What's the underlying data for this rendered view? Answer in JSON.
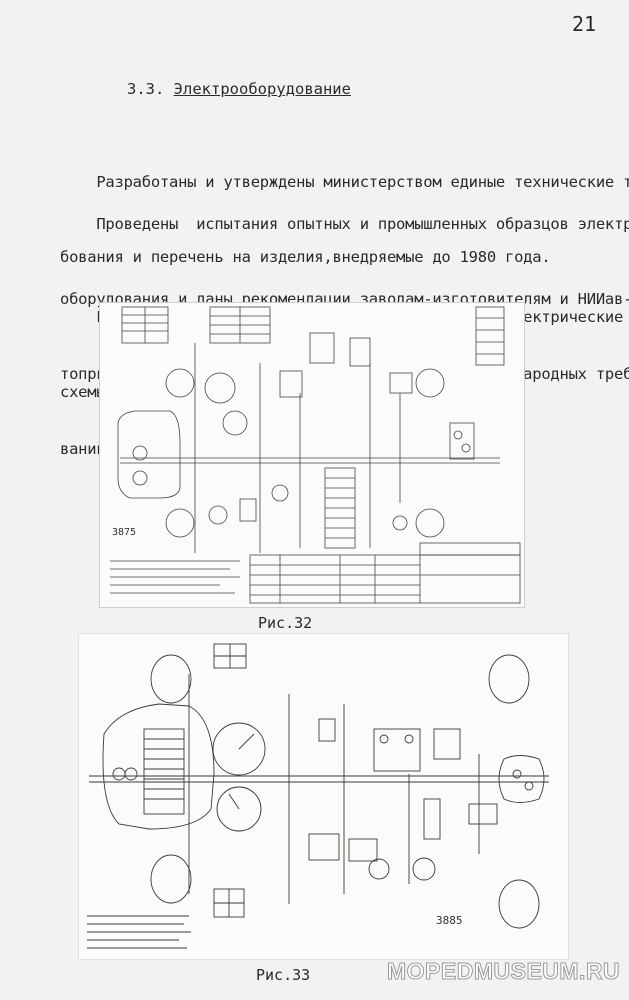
{
  "page_number": "21",
  "section": {
    "number": "3.3.",
    "title": "Электрооборудование"
  },
  "paragraphs": [
    [
      "    Разработаны и утверждены министерством единые технические тре-",
      "бования и перечень на изделия,внедряемые до 1980 года."
    ],
    [
      "    Проведены  испытания опытных и промышленных образцов электро-",
      "оборудования и даны рекомендации заводам-изготовителям и НИИав-",
      "топриборов по улучшению их качества с учетом международных требо-",
      "ваний."
    ],
    [
      "    Разработаны,изготовлены и испытаны монтажные электрические",
      "схемы на штеккерных соединениях (рис.32,33)."
    ]
  ],
  "figure32": {
    "caption": "Рис.32",
    "drawing_number": "3875"
  },
  "figure33": {
    "caption": "Рис.33",
    "drawing_number": "3885"
  },
  "watermark": "MOPEDMUSEUM.RU"
}
